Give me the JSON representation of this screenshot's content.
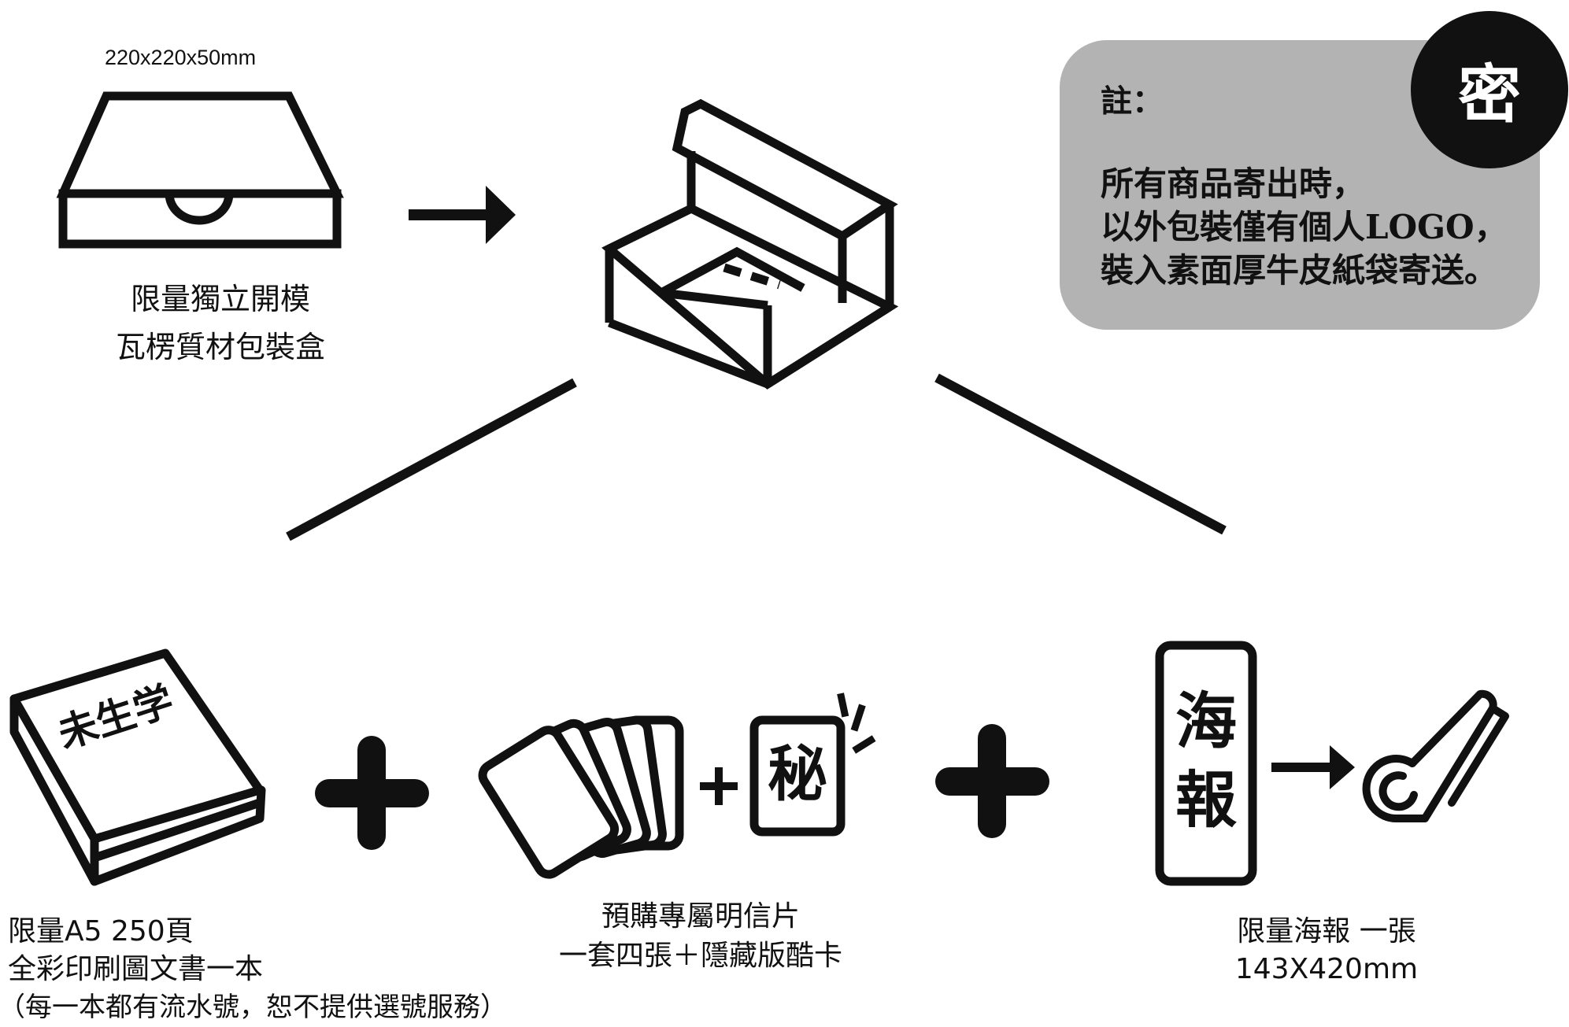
{
  "box": {
    "dimensions": "220x220x50mm",
    "label_line1": "限量獨立開模",
    "label_line2": "瓦楞質材包裝盒"
  },
  "note": {
    "title": "註：",
    "line1": "所有商品寄出時，",
    "line2": "以外包裝僅有個人LOGO，",
    "line3": "裝入素面厚牛皮紙袋寄送。",
    "badge": "密"
  },
  "book": {
    "cover_text": "未生学",
    "label_line1": "限量A5 250頁",
    "label_line2": "全彩印刷圖文書一本",
    "label_line3": "（每一本都有流水號，恕不提供選號服務）"
  },
  "cards": {
    "secret_card_text": "秘",
    "plus_symbol": "+",
    "label_line1": "預購專屬明信片",
    "label_line2": "一套四張＋隱藏版酷卡"
  },
  "poster": {
    "text_top": "海",
    "text_bottom": "報",
    "label_line1": "限量海報 一張",
    "label_line2": "143X420mm"
  },
  "colors": {
    "ink": "#111111",
    "note_background": "#b3b3b3",
    "background": "#ffffff"
  }
}
